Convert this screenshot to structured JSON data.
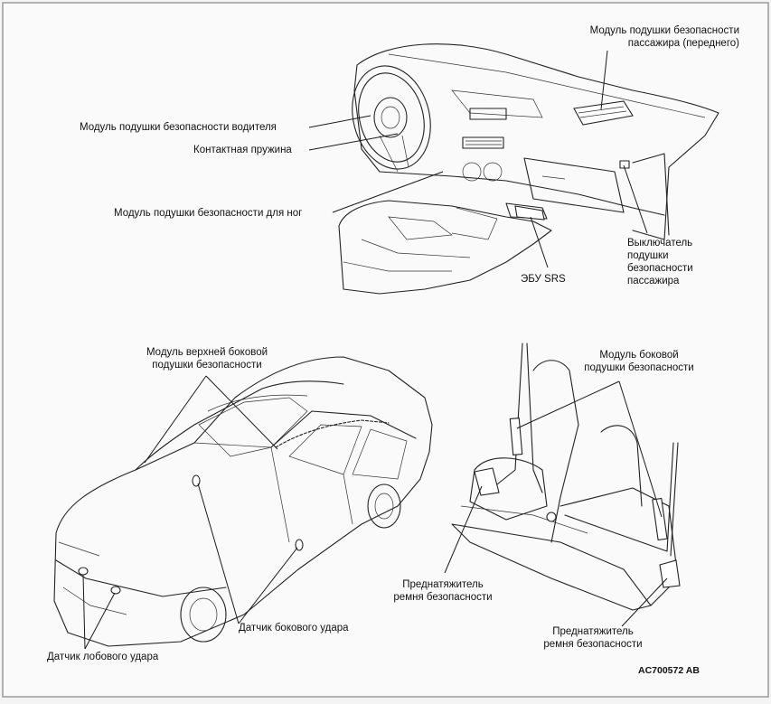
{
  "labels": {
    "passenger_airbag": "Модуль подушки безопасности\nпассажира (переднего)",
    "driver_airbag": "Модуль подушки безопасности водителя",
    "clock_spring": "Контактная пружина",
    "knee_airbag": "Модуль подушки безопасности для ног",
    "passenger_switch": "Выключатель\nподушки\nбезопасности\nпассажира",
    "srs_ecu": "ЭБУ SRS",
    "curtain_airbag": "Модуль верхней боковой\nподушки безопасности",
    "side_airbag": "Модуль боковой\nподушки безопасности",
    "side_impact_sensor": "Датчик бокового удара",
    "front_impact_sensor": "Датчик лобового удара",
    "pretensioner_1": "Преднатяжитель\nремня безопасности",
    "pretensioner_2": "Преднатяжитель\nремня безопасности"
  },
  "figure_code": "AC700572 AB"
}
